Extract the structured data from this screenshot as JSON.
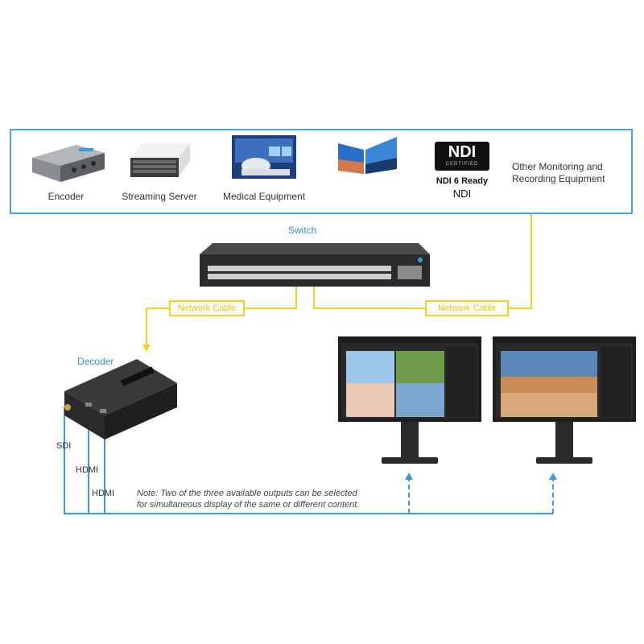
{
  "top_panel": {
    "items": [
      {
        "label": "Encoder"
      },
      {
        "label": "Streaming Server"
      },
      {
        "label": "Medical Equipment"
      },
      {
        "label": "NDI"
      },
      {
        "label": "Other Monitoring and Recording Equipment",
        "line1": "Other Monitoring and",
        "line2": "Recording Equipment"
      }
    ],
    "ndi_logo": {
      "logo_text": "NDI",
      "logo_subtext": "CERTIFIED",
      "ready_text": "NDI 6 Ready"
    }
  },
  "switch": {
    "label": "Switch"
  },
  "cables": {
    "left": "Network Cable",
    "right": "Network Cable"
  },
  "decoder": {
    "label": "Decoder"
  },
  "outputs": {
    "sdi": "SDI",
    "hdmi1": "HDMI",
    "hdmi2": "HDMI"
  },
  "note": {
    "line1": "Note: Two of the three available outputs can be selected",
    "line2": "for simultaneous display of the same or different content."
  },
  "colors": {
    "frame_blue": "#4aa3df",
    "cable_yellow": "#f2d21a",
    "signal_blue": "#3b9be0"
  }
}
